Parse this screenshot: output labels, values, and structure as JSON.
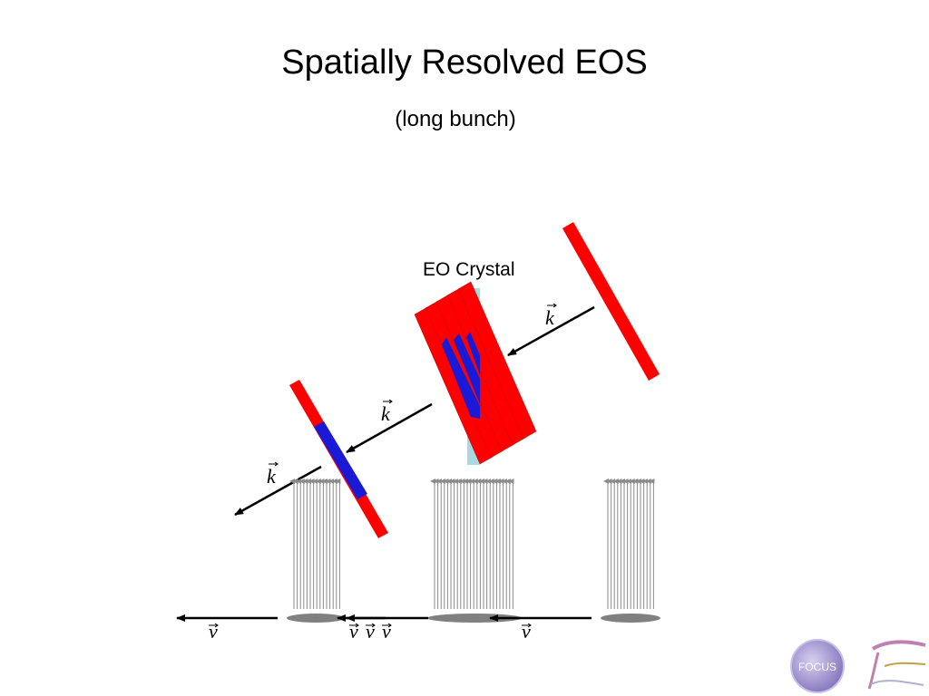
{
  "title": "Spatially Resolved EOS",
  "subtitle": "(long bunch)",
  "crystal_label": "EO Crystal",
  "vector_labels": {
    "k": "k",
    "v": "v"
  },
  "logos": {
    "left_text": "FOCUS"
  },
  "colors": {
    "laser_red": "#ff0000",
    "signal_blue": "#1a1ad6",
    "crystal": "#a8d8e0",
    "field_lines": "#8a8a8a",
    "bunch": "#808080",
    "logo_purple": "#9a8ac8"
  }
}
